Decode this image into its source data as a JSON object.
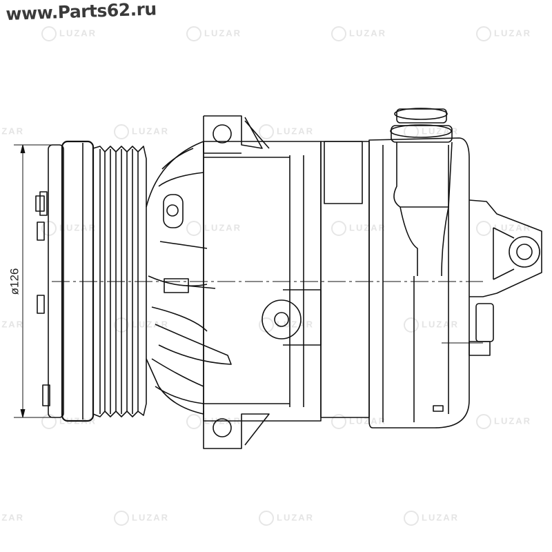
{
  "header": {
    "site": "www.Parts62.ru"
  },
  "watermark": "LUZAR",
  "drawing": {
    "dimension_label": "ø126"
  }
}
